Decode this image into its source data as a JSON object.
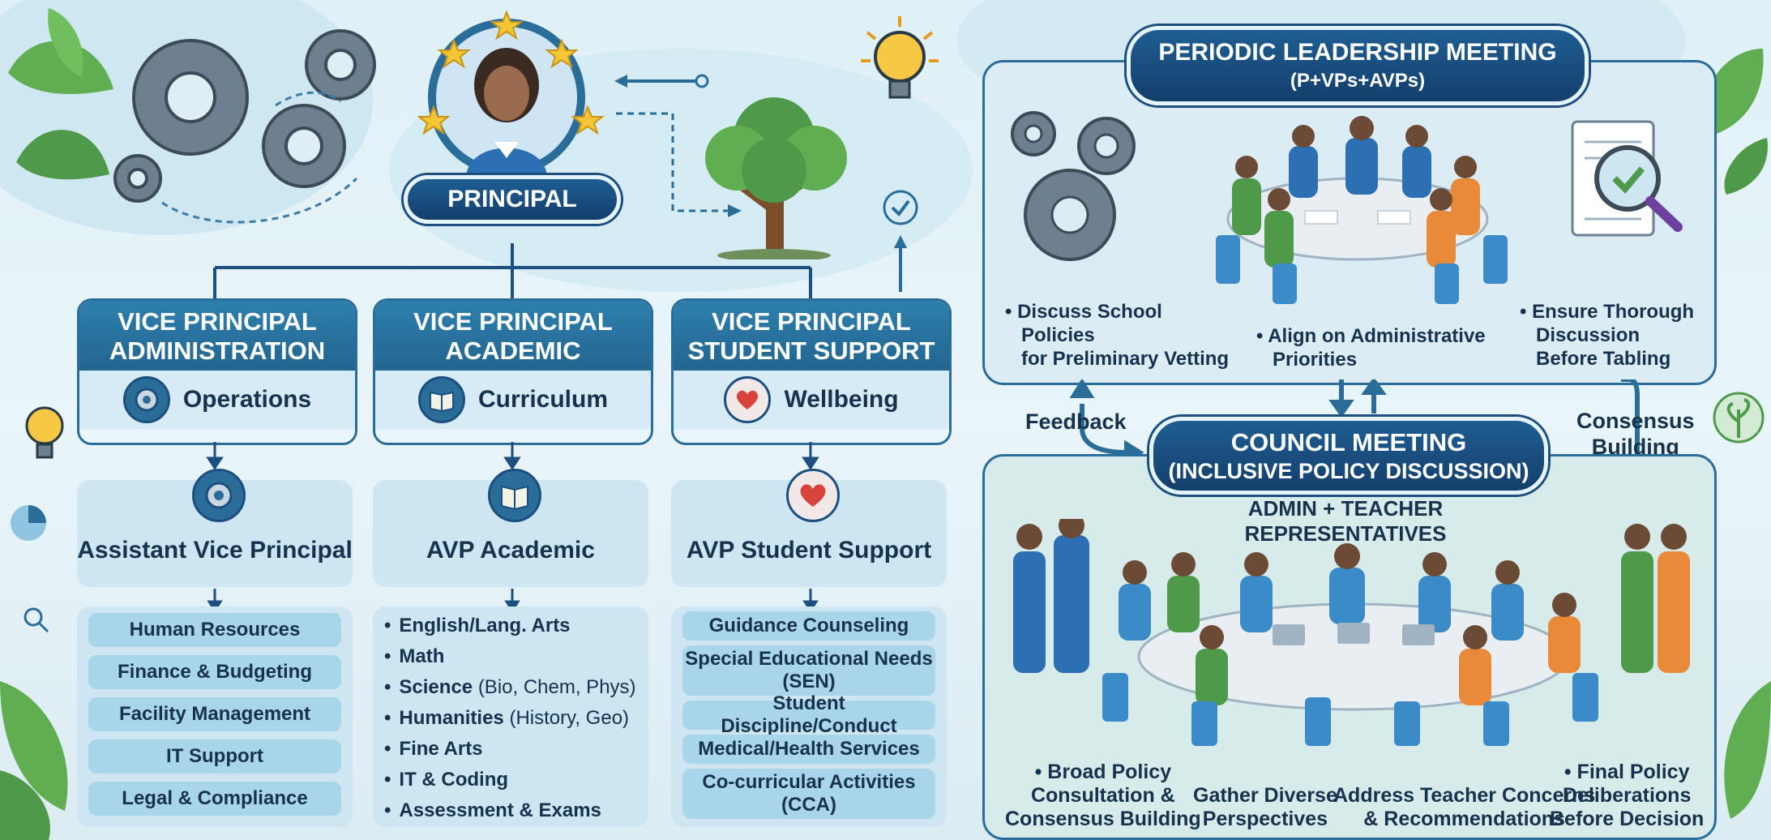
{
  "principal": {
    "label": "PRINCIPAL"
  },
  "vps": [
    {
      "title_line1": "VICE PRINCIPAL",
      "title_line2": "ADMINISTRATION",
      "focus": "Operations",
      "icon": "gear-icon"
    },
    {
      "title_line1": "VICE PRINCIPAL",
      "title_line2": "ACADEMIC",
      "focus": "Curriculum",
      "icon": "book-icon"
    },
    {
      "title_line1": "VICE PRINCIPAL",
      "title_line2": "STUDENT SUPPORT",
      "focus": "Wellbeing",
      "icon": "heart-icon"
    }
  ],
  "avps": [
    {
      "label": "Assistant Vice Principal",
      "icon": "gear-icon"
    },
    {
      "label": "AVP Academic",
      "icon": "book-icon"
    },
    {
      "label": "AVP Student Support",
      "icon": "heart-icon"
    }
  ],
  "admin_items": [
    "Human Resources",
    "Finance & Budgeting",
    "Facility Management",
    "IT Support",
    "Legal & Compliance"
  ],
  "academic_items": [
    {
      "main": "English/Lang. Arts",
      "sub": ""
    },
    {
      "main": "Math",
      "sub": ""
    },
    {
      "main": "Science",
      "sub": "(Bio, Chem, Phys)"
    },
    {
      "main": "Humanities",
      "sub": "(History, Geo)"
    },
    {
      "main": "Fine Arts",
      "sub": ""
    },
    {
      "main": "IT & Coding",
      "sub": ""
    },
    {
      "main": "Assessment & Exams",
      "sub": ""
    }
  ],
  "support_items": [
    {
      "line1": "Guidance Counseling",
      "line2": ""
    },
    {
      "line1": "Special Educational Needs",
      "line2": "(SEN)"
    },
    {
      "line1": "Student Discipline/Conduct",
      "line2": ""
    },
    {
      "line1": "Medical/Health Services",
      "line2": ""
    },
    {
      "line1": "Co-curricular Activities",
      "line2": "(CCA)"
    }
  ],
  "leadership": {
    "title": "PERIODIC LEADERSHIP MEETING",
    "subtitle": "(P+VPs+AVPs)",
    "bullets": [
      {
        "l1": "Discuss School",
        "l2": "Policies",
        "l3": "for Preliminary Vetting"
      },
      {
        "l1": "Align on Administrative",
        "l2": "Priorities",
        "l3": ""
      },
      {
        "l1": "Ensure Thorough",
        "l2": "Discussion",
        "l3": "Before Tabling"
      }
    ]
  },
  "council": {
    "title": "COUNCIL MEETING",
    "subtitle": "(INCLUSIVE POLICY DISCUSSION)",
    "members": "ADMIN + TEACHER REPRESENTATIVES",
    "bullets": [
      {
        "l1": "Broad Policy",
        "l2": "Consultation &",
        "l3": "Consensus Building"
      },
      {
        "l1": "Gather Diverse",
        "l2": "Perspectives",
        "l3": ""
      },
      {
        "l1": "Address Teacher Concerns",
        "l2": "& Recommendations",
        "l3": ""
      },
      {
        "l1": "Final Policy",
        "l2": "Deliberations",
        "l3": "Before Decision"
      }
    ]
  },
  "flow_labels": {
    "feedback": "Feedback",
    "consensus_l1": "Consensus",
    "consensus_l2": "Building"
  },
  "colors": {
    "navy": "#143f6c",
    "teal": "#2a6d99",
    "panel_blue": "#cde6f2",
    "leaf_green": "#4f9a4a",
    "heart_red": "#d6443c"
  }
}
